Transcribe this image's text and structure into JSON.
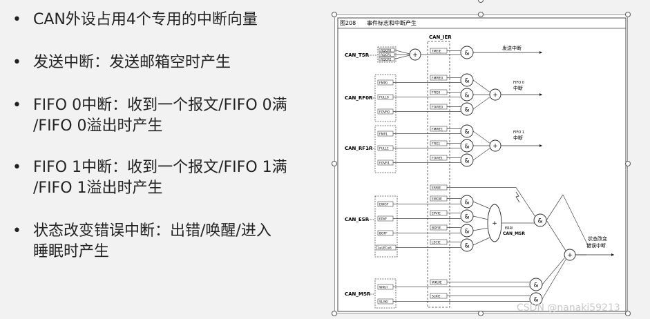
{
  "bullets": [
    {
      "lines": [
        "CAN外设占用4个专用的中断向量"
      ]
    },
    {
      "lines": [
        "发送中断：发送邮箱空时产生"
      ]
    },
    {
      "lines": [
        "FIFO 0中断：收到一个报文/FIFO 0满",
        "/FIFO 0溢出时产生"
      ]
    },
    {
      "lines": [
        "FIFO 1中断：收到一个报文/FIFO 1满",
        "/FIFO 1溢出时产生"
      ]
    },
    {
      "lines": [
        "状态改变错误中断：出错/唤醒/进入",
        "睡眠时产生"
      ]
    }
  ],
  "bullet_glyph": "•",
  "diagram": {
    "figure_label": "图208",
    "figure_title": "事件标志和中断产生",
    "ier_label": "CAN_IER",
    "registers": [
      {
        "name": "CAN_TSR",
        "flags": [
          "RQCP0",
          "RQCP1",
          "RQCP2"
        ]
      },
      {
        "name": "CAN_RF0R",
        "flags": [
          "FMP0",
          "FULL0",
          "FOVR0"
        ]
      },
      {
        "name": "CAN_RF1R",
        "flags": [
          "FMP1",
          "FULL1",
          "FOVR1"
        ]
      },
      {
        "name": "CAN_ESR",
        "flags": [
          "EWGF",
          "EPVF",
          "BOFF",
          "1≤LEC≤6"
        ]
      },
      {
        "name": "CAN_MSR",
        "flags": [
          "WKUI",
          "SLAKI"
        ]
      }
    ],
    "enable_bits": {
      "tsr": [
        "TMEIE"
      ],
      "rf0r": [
        "FMPIE0",
        "FFIE0",
        "FOVIE0"
      ],
      "rf1r": [
        "FMPIE1",
        "FFIE1",
        "FOVIE1"
      ],
      "err": "ERRIE",
      "esr": [
        "EWGIE",
        "EPVIE",
        "BOFIE",
        "LECIE"
      ],
      "msr": [
        "WKUIE",
        "SLKIE"
      ]
    },
    "outputs": {
      "tx": "发送中断",
      "fifo0": [
        "FIFO 0",
        "中断"
      ],
      "fifo1": [
        "FIFO 1",
        "中断"
      ],
      "sce": [
        "状态改变",
        "错误中断"
      ]
    },
    "errfield": [
      "ERRI",
      "CAN_MSR"
    ],
    "and_symbol": "&",
    "or_symbol": "+"
  },
  "watermark": "CSDN @nanaki59213"
}
